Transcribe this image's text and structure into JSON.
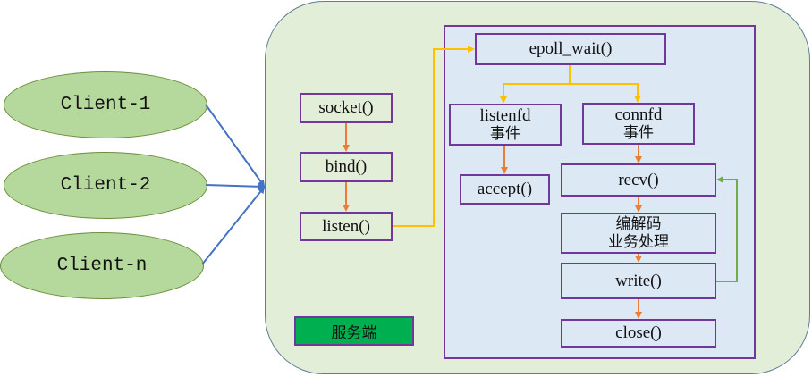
{
  "clients": [
    {
      "label": "Client-1"
    },
    {
      "label": "Client-2"
    },
    {
      "label": "Client-n"
    }
  ],
  "server": {
    "label": "服务端",
    "setup_steps": [
      "socket()",
      "bind()",
      "listen()"
    ],
    "event_loop": {
      "wait": "epoll_wait()",
      "listenfd": {
        "line1": "listenfd",
        "line2": "事件"
      },
      "connfd": {
        "line1": "connfd",
        "line2": "事件"
      },
      "accept": "accept()",
      "recv": "recv()",
      "process": {
        "line1": "编解码",
        "line2": "业务处理"
      },
      "write": "write()",
      "close": "close()"
    }
  },
  "colors": {
    "client_fill": "#b5d99c",
    "server_fill": "#e3eed9",
    "loop_fill": "#dde8f5",
    "box_border": "#70389a",
    "label_fill": "#00b050",
    "client_arrow": "#4472c4",
    "flow_arrow": "#ed7d31",
    "event_arrow": "#ffc000",
    "loop_arrow": "#70ad47"
  }
}
